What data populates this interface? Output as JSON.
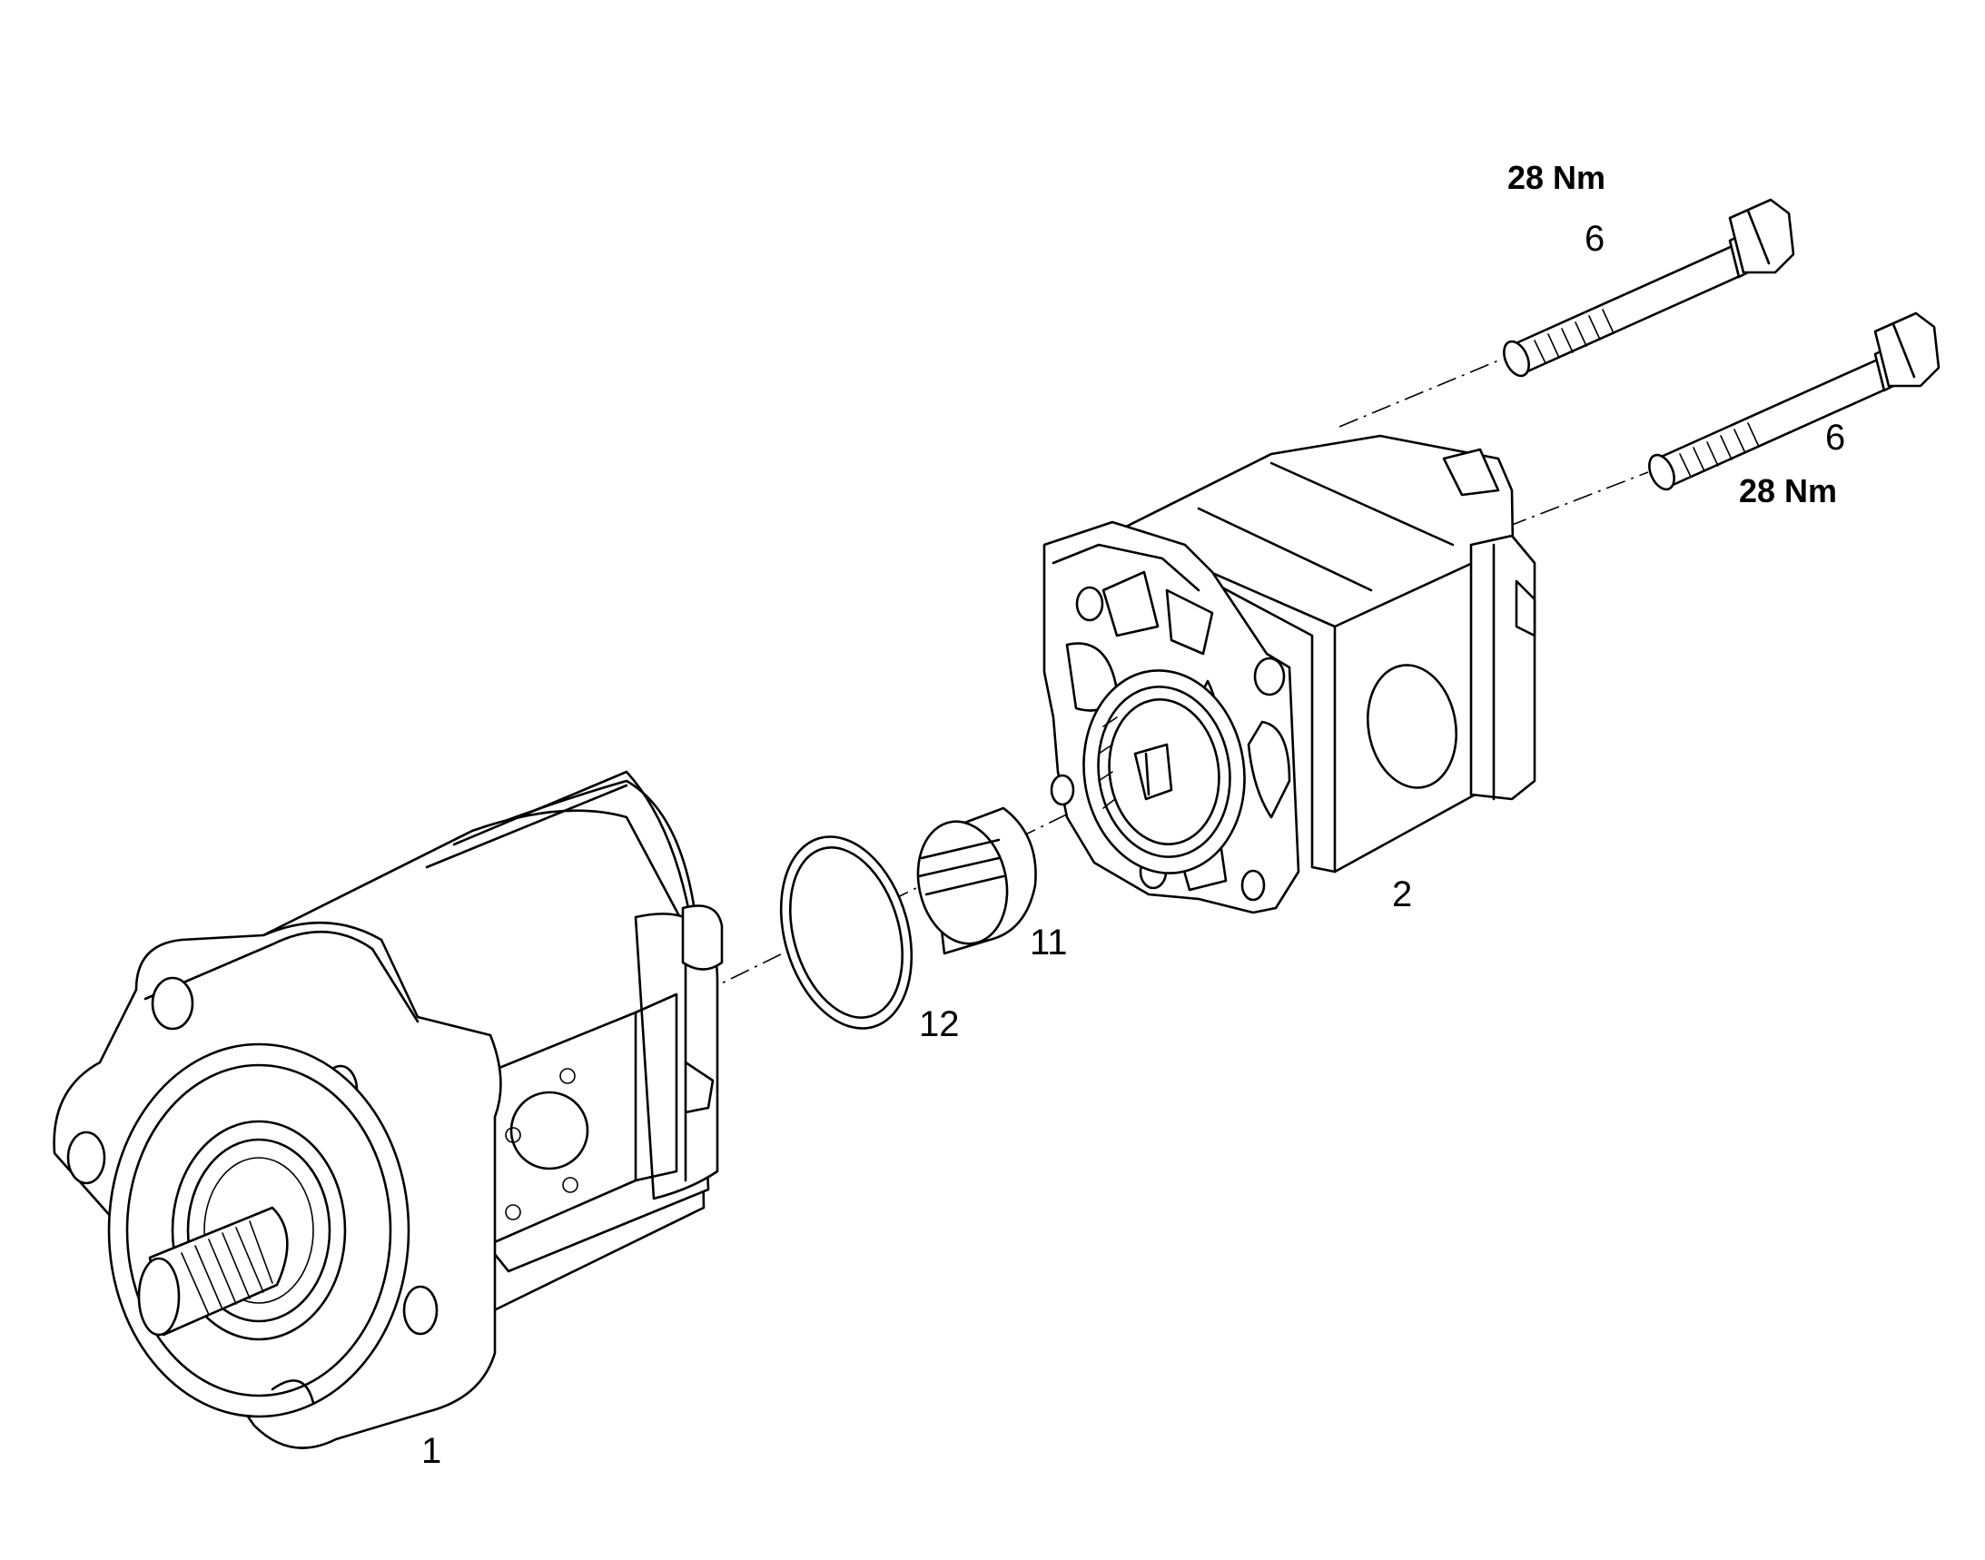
{
  "callouts": {
    "part_1": "1",
    "part_2": "2",
    "part_6_upper": "6",
    "part_6_lower": "6",
    "part_11": "11",
    "part_12": "12"
  },
  "torque": {
    "upper": "28 Nm",
    "lower": "28 Nm"
  }
}
